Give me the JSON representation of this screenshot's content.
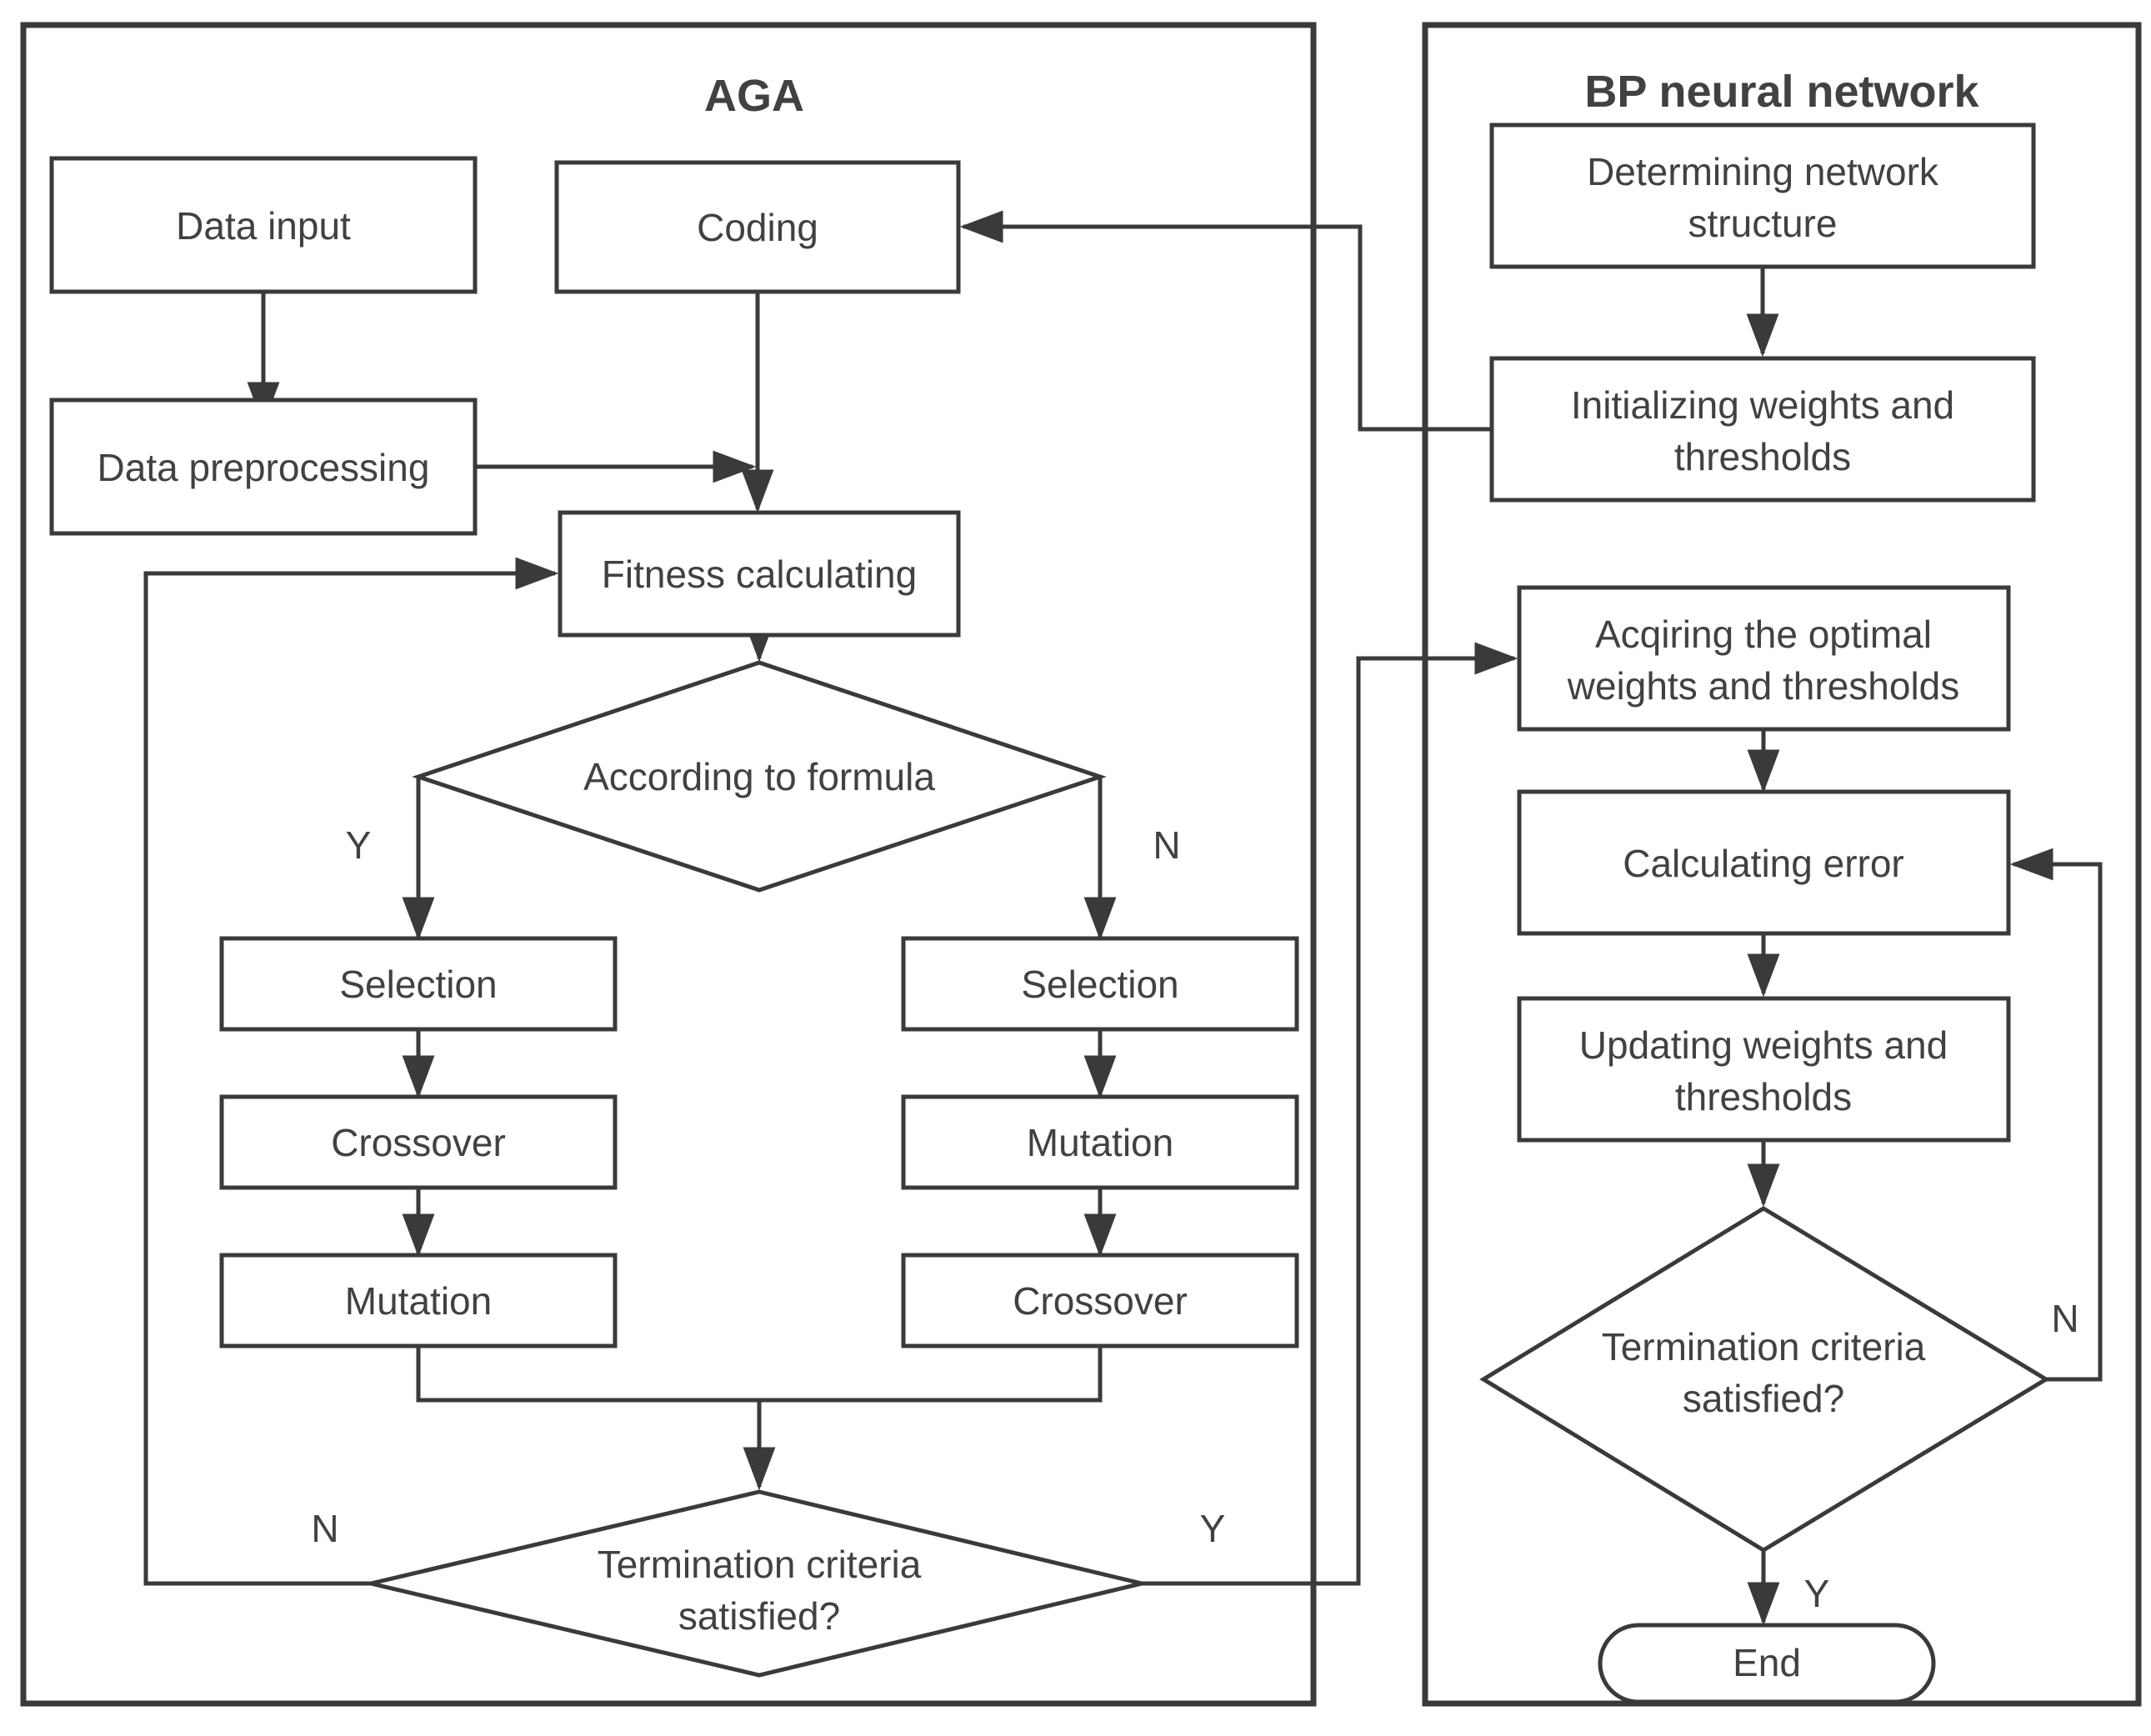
{
  "colors": {
    "line": "#3a3a3a",
    "text": "#414141",
    "background": "#ffffff",
    "box_fill": "#ffffff"
  },
  "aga": {
    "title": "AGA",
    "nodes": {
      "data_input": "Data input",
      "coding": "Coding",
      "data_preprocessing": "Data preprocessing",
      "fitness_calculating": "Fitness calculating",
      "according_to_formula": "According to formula",
      "selection_left": "Selection",
      "crossover_left": "Crossover",
      "mutation_left": "Mutation",
      "selection_right": "Selection",
      "mutation_right": "Mutation",
      "crossover_right": "Crossover",
      "termination_line1": "Termination criteria",
      "termination_line2": "satisfied?"
    },
    "labels": {
      "formula_yes": "Y",
      "formula_no": "N",
      "termination_no": "N",
      "termination_yes": "Y"
    }
  },
  "bp": {
    "title": "BP neural network",
    "nodes": {
      "determining_line1": "Determining network",
      "determining_line2": "structure",
      "initializing_line1": "Initializing weights and",
      "initializing_line2": "thresholds",
      "acquiring_line1": "Acqiring the optimal",
      "acquiring_line2": "weights and thresholds",
      "calculating_error": "Calculating error",
      "updating_line1": "Updating weights and",
      "updating_line2": "thresholds",
      "termination_line1": "Termination criteria",
      "termination_line2": "satisfied?",
      "end": "End"
    },
    "labels": {
      "termination_no": "N",
      "termination_yes": "Y"
    }
  }
}
